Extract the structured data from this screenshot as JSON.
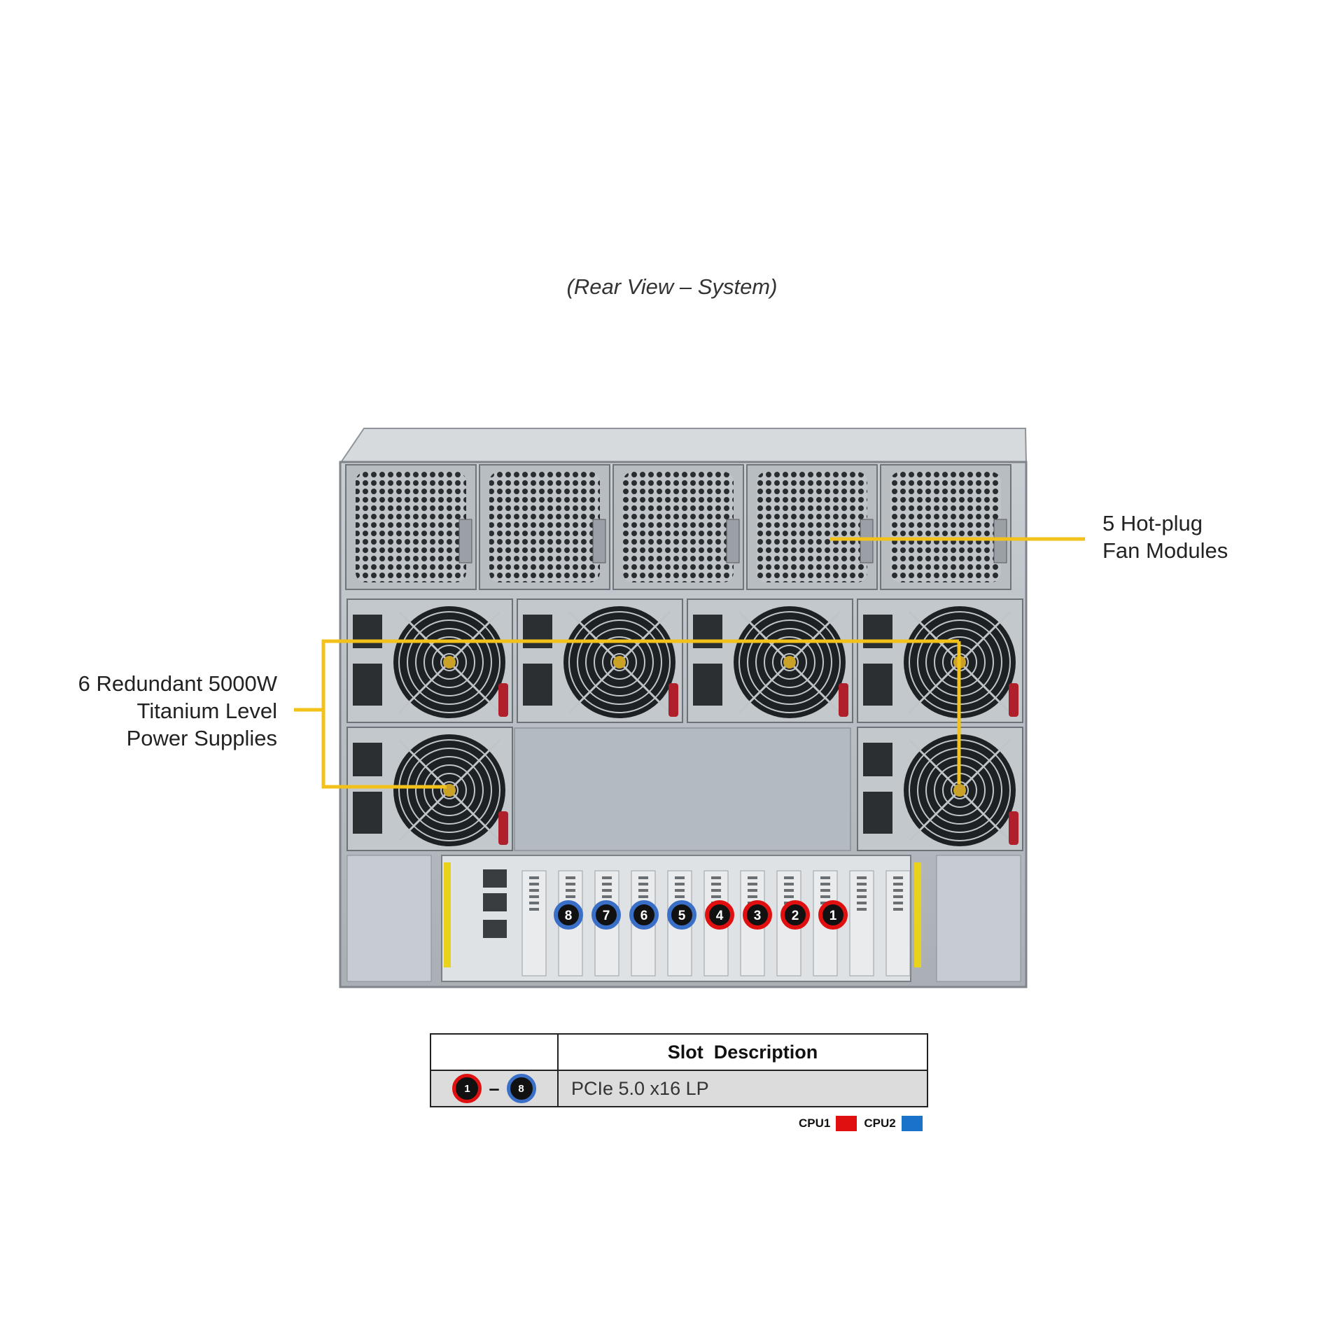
{
  "title": "(Rear View – System)",
  "callouts": {
    "fans": [
      "5 Hot-plug",
      "Fan Modules"
    ],
    "psu": [
      "6 Redundant 5000W",
      "Titanium Level",
      "Power Supplies"
    ]
  },
  "slots": {
    "order": [
      "8",
      "7",
      "6",
      "5",
      "4",
      "3",
      "2",
      "1"
    ],
    "cpu": [
      "cpu2",
      "cpu2",
      "cpu2",
      "cpu2",
      "cpu1",
      "cpu1",
      "cpu1",
      "cpu1"
    ]
  },
  "table": {
    "header": "Slot  Description",
    "range_from": "1",
    "range_sep": "–",
    "range_to": "8",
    "description": "PCIe 5.0 x16 LP"
  },
  "legend": [
    {
      "label": "CPU1",
      "color": "#e01010"
    },
    {
      "label": "CPU2",
      "color": "#1a73c8"
    }
  ],
  "colors": {
    "callout_line": "#f2c21b",
    "cpu1_ring": "#e01010",
    "cpu2_ring": "#3a6fc8"
  }
}
